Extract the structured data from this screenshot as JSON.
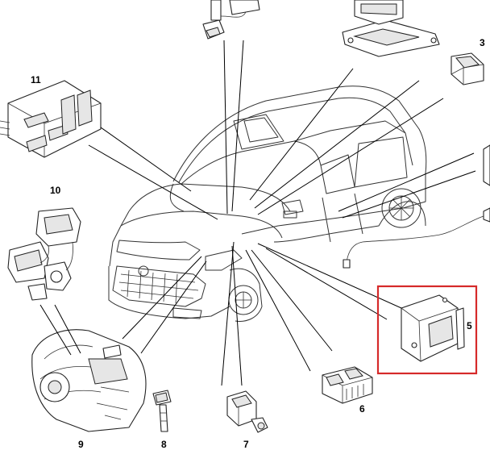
{
  "callouts": [
    {
      "id": "3",
      "label": "3"
    },
    {
      "id": "5",
      "label": "5"
    },
    {
      "id": "6",
      "label": "6"
    },
    {
      "id": "7",
      "label": "7"
    },
    {
      "id": "8",
      "label": "8"
    },
    {
      "id": "9",
      "label": "9"
    },
    {
      "id": "10",
      "label": "10"
    },
    {
      "id": "11",
      "label": "11"
    }
  ],
  "highlight": {
    "target": "5",
    "color": "#d62a2a"
  },
  "colors": {
    "line": "#000000",
    "part_fill": "#ffffff",
    "shade": "#e6e6e6"
  }
}
